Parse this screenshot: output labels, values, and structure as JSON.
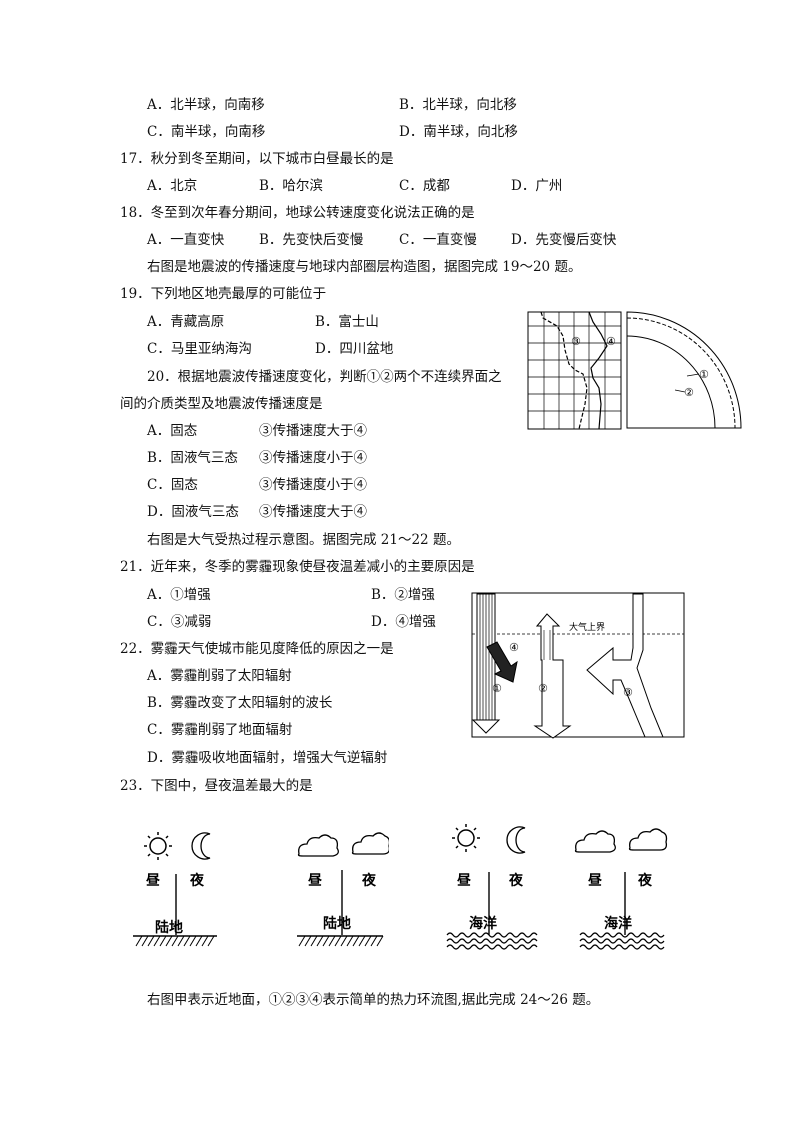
{
  "q16": {
    "optA": "A．北半球，向南移",
    "optB": "B．北半球，向北移",
    "optC": "C．南半球，向南移",
    "optD": "D．南半球，向北移"
  },
  "q17": {
    "stem": "17．秋分到冬至期间，以下城市白昼最长的是",
    "optA": "A．北京",
    "optB": "B．哈尔滨",
    "optC": "C．成都",
    "optD": "D．广州"
  },
  "q18": {
    "stem": "18．冬至到次年春分期间，地球公转速度变化说法正确的是",
    "optA": "A．一直变快",
    "optB": "B．先变快后变慢",
    "optC": "C．一直变慢",
    "optD": "D．先变慢后变快"
  },
  "intro_19_20": "右图是地震波的传播速度与地球内部圈层构造图，据图完成 19～20 题。",
  "q19": {
    "stem": "19．下列地区地壳最厚的可能位于",
    "optA": "A．青藏高原",
    "optB": "B．富士山",
    "optC": "C．马里亚纳海沟",
    "optD": "D．四川盆地"
  },
  "q20": {
    "stem1": "20．根据地震波传播速度变化，判断①②两个不连续界面之",
    "stem2": "间的介质类型及地震波传播速度是",
    "optA1": "A．固态",
    "optA2": "③传播速度大于④",
    "optB1": "B．固液气三态",
    "optB2": "③传播速度小于④",
    "optC1": "C．固态",
    "optC2": "③传播速度小于④",
    "optD1": "D．固液气三态",
    "optD2": "③传播速度大于④"
  },
  "intro_21_22": "右图是大气受热过程示意图。据图完成 21～22 题。",
  "q21": {
    "stem": "21．近年来，冬季的雾霾现象使昼夜温差减小的主要原因是",
    "optA": "A．①增强",
    "optB": "B．②增强",
    "optC": "C．③减弱",
    "optD": "D．④增强"
  },
  "q22": {
    "stem": "22．雾霾天气使城市能见度降低的原因之一是",
    "optA": "A．雾霾削弱了太阳辐射",
    "optB": "B．雾霾改变了太阳辐射的波长",
    "optC": "C．雾霾削弱了地面辐射",
    "optD": "D．雾霾吸收地面辐射，增强大气逆辐射"
  },
  "q23": {
    "stem": "23．下图中，昼夜温差最大的是"
  },
  "intro_24_26": "右图甲表示近地面，①②③④表示简单的热力环流图,据此完成 24～26 题。",
  "seismic_fig": {
    "l1": "①",
    "l2": "②",
    "l3": "③",
    "l4": "④"
  },
  "heat_fig": {
    "top_label": "大气上界",
    "l1": "①",
    "l2": "②",
    "l3": "③",
    "l4": "④"
  },
  "q23_panels": [
    {
      "day": "昼",
      "night": "夜",
      "surface": "陆地",
      "sky": "sun-moon"
    },
    {
      "day": "昼",
      "night": "夜",
      "surface": "陆地",
      "sky": "cloud"
    },
    {
      "day": "昼",
      "night": "夜",
      "surface": "海洋",
      "sky": "sun-moon"
    },
    {
      "day": "昼",
      "night": "夜",
      "surface": "海洋",
      "sky": "cloud"
    }
  ]
}
